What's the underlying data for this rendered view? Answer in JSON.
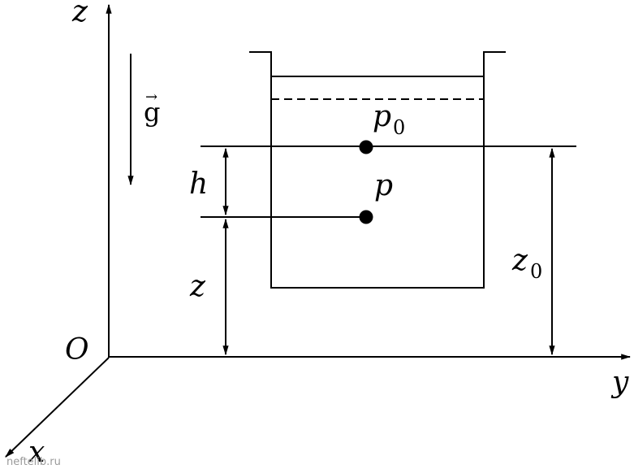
{
  "labels": {
    "z_axis": "z",
    "y_axis": "y",
    "x_axis": "x",
    "origin": "O",
    "gravity": "g",
    "gravity_arrow": "→",
    "p0_main": "p",
    "p0_sub": "0",
    "p": "p",
    "h": "h",
    "z_height": "z",
    "z0_main": "z",
    "z0_sub": "0"
  },
  "watermark": "neftelib.ru",
  "colors": {
    "ink": "#000000",
    "background": "#ffffff",
    "watermark": "#9a9a9a"
  }
}
